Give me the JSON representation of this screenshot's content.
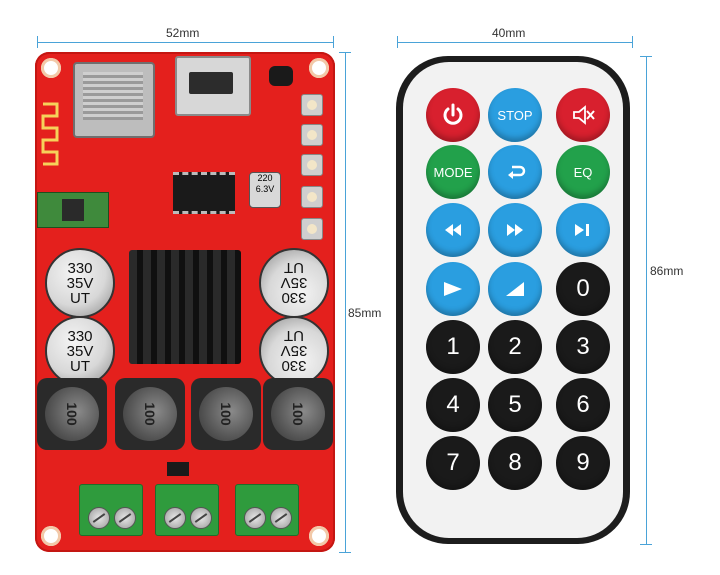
{
  "dimensions": {
    "board_width": "52mm",
    "board_height": "85mm",
    "remote_width": "40mm",
    "remote_height": "86mm"
  },
  "board": {
    "capacitor_labels": [
      "330",
      "35V",
      "UT"
    ],
    "inductor_label": "100"
  },
  "remote": {
    "rows": [
      [
        {
          "label": "power-icon",
          "color": "red"
        },
        {
          "label": "STOP",
          "color": "blue"
        },
        {
          "label": "mute-icon",
          "color": "red"
        }
      ],
      [
        {
          "label": "MODE",
          "color": "green"
        },
        {
          "label": "return-icon",
          "color": "blue"
        },
        {
          "label": "EQ",
          "color": "green"
        }
      ],
      [
        {
          "label": "prev-icon",
          "color": "blue"
        },
        {
          "label": "next-icon",
          "color": "blue"
        },
        {
          "label": "play-pause-icon",
          "color": "blue"
        }
      ],
      [
        {
          "label": "vol-down-icon",
          "color": "blue"
        },
        {
          "label": "vol-up-icon",
          "color": "blue"
        },
        {
          "label": "0",
          "color": "black"
        }
      ],
      [
        {
          "label": "1",
          "color": "black"
        },
        {
          "label": "2",
          "color": "black"
        },
        {
          "label": "3",
          "color": "black"
        }
      ],
      [
        {
          "label": "4",
          "color": "black"
        },
        {
          "label": "5",
          "color": "black"
        },
        {
          "label": "6",
          "color": "black"
        }
      ],
      [
        {
          "label": "7",
          "color": "black"
        },
        {
          "label": "8",
          "color": "black"
        },
        {
          "label": "9",
          "color": "black"
        }
      ]
    ],
    "colors": {
      "red": "#d8202e",
      "blue": "#2a9ee0",
      "green": "#22a14b",
      "black": "#1a1a1a"
    }
  }
}
